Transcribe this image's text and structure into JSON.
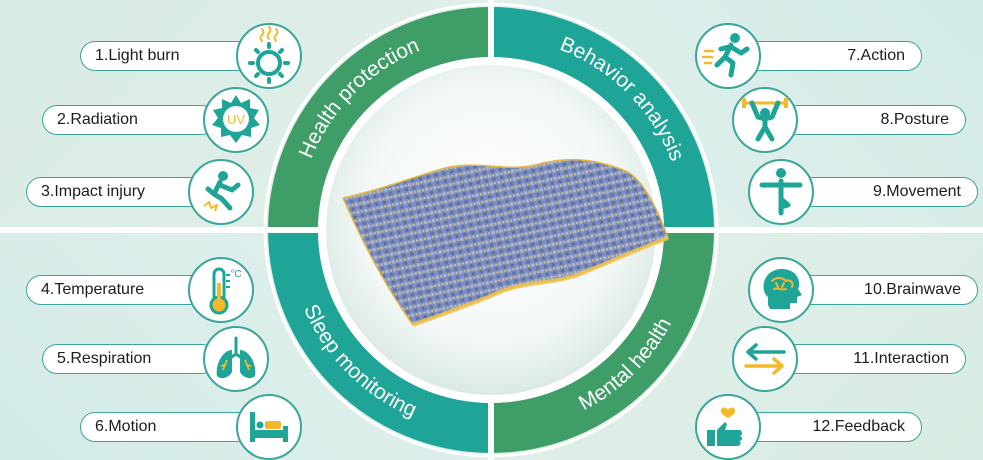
{
  "sections": {
    "health_protection": "Health protection",
    "behavior_analysis": "Behavior analysis",
    "sleep_monitoring": "Sleep monitoring",
    "mental_health": "Mental health"
  },
  "items": [
    {
      "label": "1.Light burn",
      "icon": "sun-heat-icon"
    },
    {
      "label": "2.Radiation",
      "icon": "uv-sun-icon"
    },
    {
      "label": "3.Impact injury",
      "icon": "falling-person-icon"
    },
    {
      "label": "4.Temperature",
      "icon": "thermometer-icon"
    },
    {
      "label": "5.Respiration",
      "icon": "lungs-icon"
    },
    {
      "label": "6.Motion",
      "icon": "bed-icon"
    },
    {
      "label": "7.Action",
      "icon": "running-person-icon"
    },
    {
      "label": "8.Posture",
      "icon": "weightlifter-icon"
    },
    {
      "label": "9.Movement",
      "icon": "yoga-pose-icon"
    },
    {
      "label": "10.Brainwave",
      "icon": "brain-head-icon"
    },
    {
      "label": "11.Interaction",
      "icon": "exchange-arrows-icon"
    },
    {
      "label": "12.Feedback",
      "icon": "thumbs-up-heart-icon"
    }
  ],
  "icon_texts": {
    "uv": "UV",
    "celsius": "°C"
  },
  "colors": {
    "teal": "#1fa598",
    "green": "#3f9e67",
    "accent_yellow": "#f2b92b",
    "light_bg": "#dcefe7"
  }
}
